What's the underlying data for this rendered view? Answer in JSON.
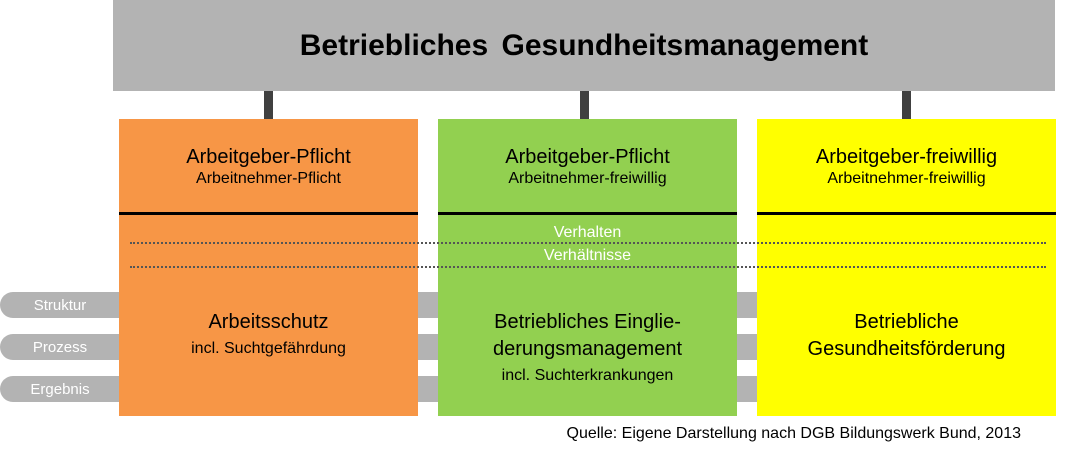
{
  "header": {
    "title": "Betriebliches Gesundheitsmanagement"
  },
  "bands": [
    {
      "label": "Struktur"
    },
    {
      "label": "Prozess"
    },
    {
      "label": "Ergebnis"
    }
  ],
  "levels": {
    "upper": "Verhalten",
    "lower": "Verhältnisse"
  },
  "columns": [
    {
      "color": "#f79646",
      "head_main": "Arbeitgeber-Pflicht",
      "head_sub": "Arbeitnehmer-Pflicht",
      "body_line1": "Arbeitsschutz",
      "body_sub": "incl. Suchtgefährdung"
    },
    {
      "color": "#92d050",
      "head_main": "Arbeitgeber-Pflicht",
      "head_sub": "Arbeitnehmer-freiwillig",
      "body_line1": "Betriebliches Eingli­e-",
      "body_line2": "derungsmanagement",
      "body_sub": "incl. Suchterkrankungen"
    },
    {
      "color": "#ffff00",
      "head_main": "Arbeitgeber-freiwillig",
      "head_sub": "Arbeitnehmer-freiwillig",
      "body_line1": "Betriebliche",
      "body_line2": "Gesundheitsförderung"
    }
  ],
  "source": "Quelle: Eigene Darstellung nach DGB Bildungswerk Bund, 2013",
  "colors": {
    "header_gray": "#b3b3b3",
    "connector": "#404040",
    "band_gray": "#b3b3b3"
  }
}
